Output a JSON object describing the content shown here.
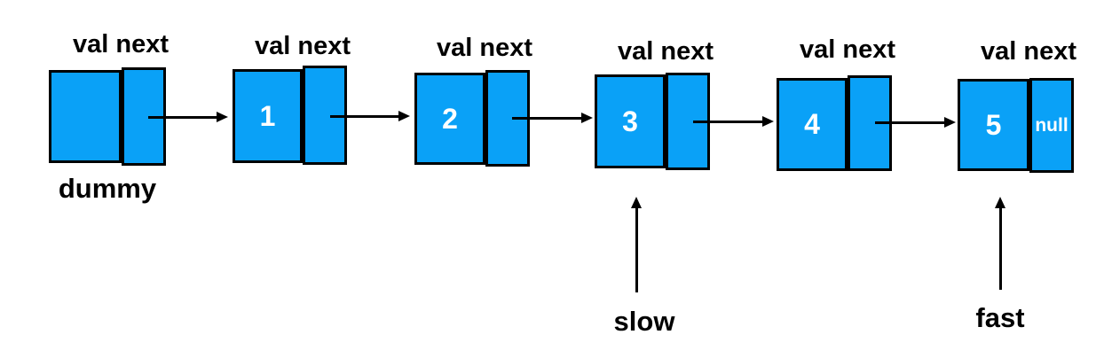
{
  "diagram": {
    "description": "singly linked list with dummy head and slow/fast pointers",
    "colors": {
      "background": "#ffffff",
      "node_fill": "#0aa1f7",
      "stroke": "#000000",
      "value_text": "#ffffff",
      "label_text": "#000000"
    },
    "nodes": [
      {
        "header": "val next",
        "value": "",
        "next": "",
        "caption": "dummy"
      },
      {
        "header": "val next",
        "value": "1",
        "next": ""
      },
      {
        "header": "val next",
        "value": "2",
        "next": ""
      },
      {
        "header": "val next",
        "value": "3",
        "next": ""
      },
      {
        "header": "val next",
        "value": "4",
        "next": ""
      },
      {
        "header": "val next",
        "value": "5",
        "next": "null"
      }
    ],
    "pointers": [
      {
        "label": "slow",
        "points_to": "node with value 3"
      },
      {
        "label": "fast",
        "points_to": "node with value 5"
      }
    ]
  }
}
